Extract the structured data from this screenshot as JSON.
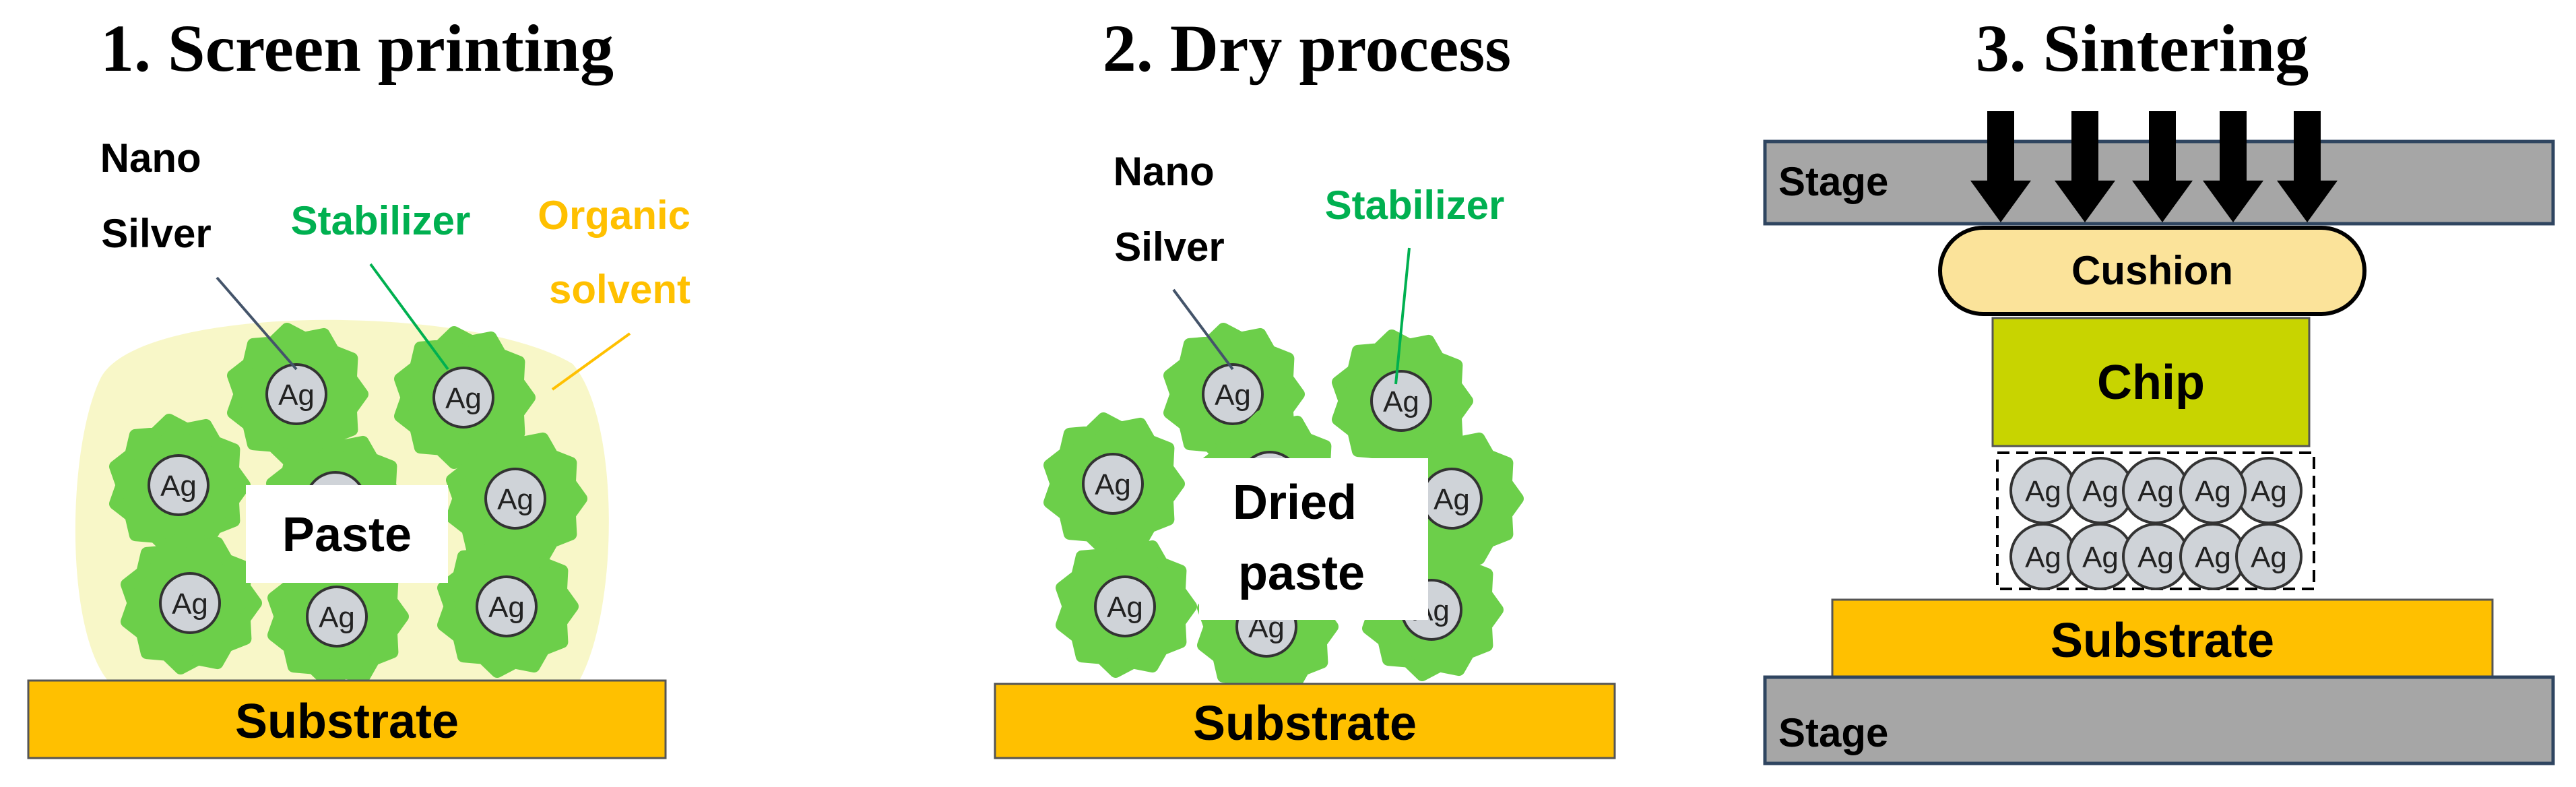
{
  "colors": {
    "substrate": "#ffc000",
    "stage": "#a6a6a6",
    "organic_solvent": "#f8f7c8",
    "stabilizer": "#6ccf4a",
    "silver": "#cfd3d8",
    "chip": "#c8d400",
    "cushion": "#fbe39a",
    "green_text": "#00b050",
    "yellow_text": "#ffc000"
  },
  "panels": [
    {
      "title": "1. Screen printing",
      "labels": {
        "nano_silver": "Nano\nSilver",
        "stabilizer": "Stabilizer",
        "organic_solvent": "Organic\nsolvent"
      },
      "center_label": "Paste",
      "substrate": "Substrate",
      "particle": "Ag"
    },
    {
      "title": "2. Dry process",
      "labels": {
        "nano_silver": "Nano\nSilver",
        "stabilizer": "Stabilizer"
      },
      "center_label": "Dried\npaste",
      "substrate": "Substrate",
      "particle": "Ag"
    },
    {
      "title": "3. Sintering",
      "stage_top": "Stage",
      "cushion": "Cushion",
      "chip": "Chip",
      "substrate": "Substrate",
      "stage_bottom": "Stage",
      "particle": "Ag"
    }
  ]
}
